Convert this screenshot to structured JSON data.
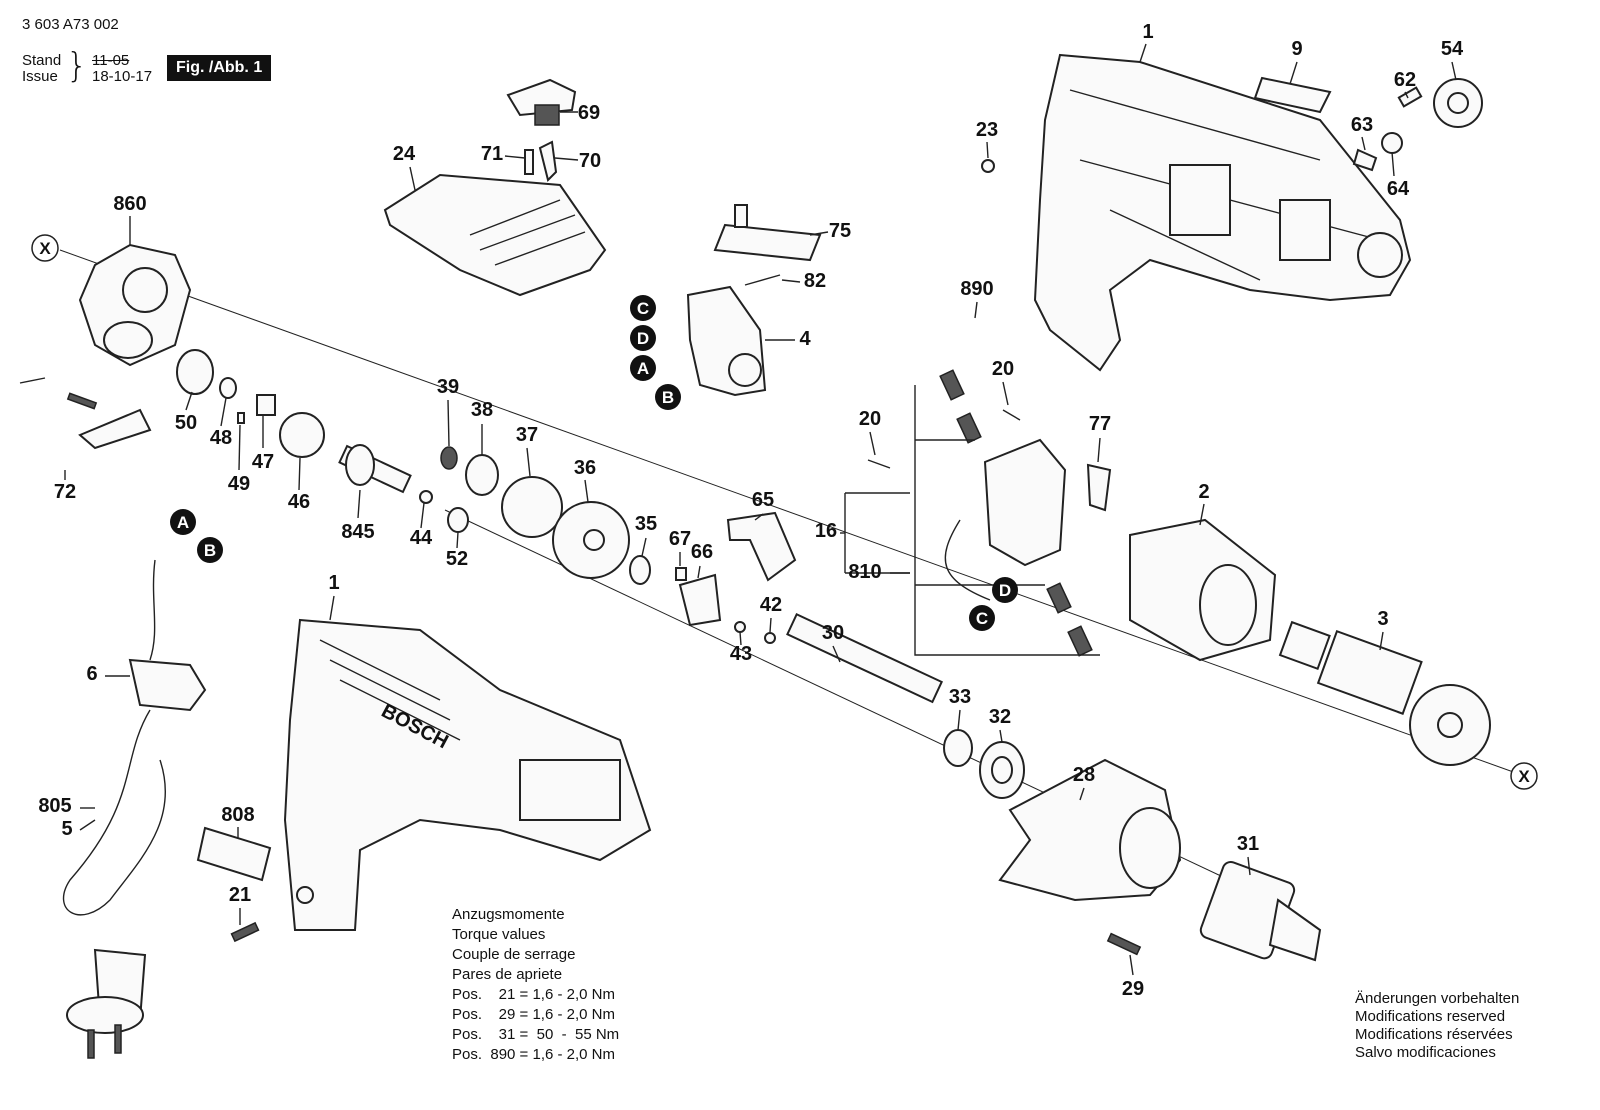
{
  "header": {
    "doc_number": "3 603 A73 002",
    "stand_label": "Stand",
    "issue_label": "Issue",
    "stand_date": "11-05",
    "issue_date": "18-10-17",
    "figure_badge": "Fig. /Abb. 1"
  },
  "parts": [
    {
      "id": "p1a",
      "label": "1"
    },
    {
      "id": "p9",
      "label": "9"
    },
    {
      "id": "p54",
      "label": "54"
    },
    {
      "id": "p62",
      "label": "62"
    },
    {
      "id": "p23",
      "label": "23"
    },
    {
      "id": "p63",
      "label": "63"
    },
    {
      "id": "p64",
      "label": "64"
    },
    {
      "id": "p69",
      "label": "69"
    },
    {
      "id": "p71",
      "label": "71"
    },
    {
      "id": "p70",
      "label": "70"
    },
    {
      "id": "p24",
      "label": "24"
    },
    {
      "id": "p75",
      "label": "75"
    },
    {
      "id": "p82",
      "label": "82"
    },
    {
      "id": "p4",
      "label": "4"
    },
    {
      "id": "p860",
      "label": "860"
    },
    {
      "id": "p890",
      "label": "890"
    },
    {
      "id": "p20a",
      "label": "20"
    },
    {
      "id": "p20b",
      "label": "20"
    },
    {
      "id": "p77",
      "label": "77"
    },
    {
      "id": "p39",
      "label": "39"
    },
    {
      "id": "p38",
      "label": "38"
    },
    {
      "id": "p37",
      "label": "37"
    },
    {
      "id": "p36",
      "label": "36"
    },
    {
      "id": "p50",
      "label": "50"
    },
    {
      "id": "p48",
      "label": "48"
    },
    {
      "id": "p47",
      "label": "47"
    },
    {
      "id": "p49",
      "label": "49"
    },
    {
      "id": "p46",
      "label": "46"
    },
    {
      "id": "p72",
      "label": "72"
    },
    {
      "id": "p845",
      "label": "845"
    },
    {
      "id": "p44",
      "label": "44"
    },
    {
      "id": "p52",
      "label": "52"
    },
    {
      "id": "p35",
      "label": "35"
    },
    {
      "id": "p65",
      "label": "65"
    },
    {
      "id": "p67",
      "label": "67"
    },
    {
      "id": "p66",
      "label": "66"
    },
    {
      "id": "p16",
      "label": "16"
    },
    {
      "id": "p810",
      "label": "810"
    },
    {
      "id": "p2",
      "label": "2"
    },
    {
      "id": "p42",
      "label": "42"
    },
    {
      "id": "p43",
      "label": "43"
    },
    {
      "id": "p30",
      "label": "30"
    },
    {
      "id": "p3",
      "label": "3"
    },
    {
      "id": "p1b",
      "label": "1"
    },
    {
      "id": "p6",
      "label": "6"
    },
    {
      "id": "p33",
      "label": "33"
    },
    {
      "id": "p32",
      "label": "32"
    },
    {
      "id": "p28",
      "label": "28"
    },
    {
      "id": "p805",
      "label": "805"
    },
    {
      "id": "p5",
      "label": "5"
    },
    {
      "id": "p808",
      "label": "808"
    },
    {
      "id": "p31",
      "label": "31"
    },
    {
      "id": "p21",
      "label": "21"
    },
    {
      "id": "p29",
      "label": "29"
    }
  ],
  "markers": {
    "A": "A",
    "B": "B",
    "C": "C",
    "D": "D",
    "X": "X"
  },
  "torque": {
    "lines": [
      "Anzugsmomente",
      "Torque values",
      "Couple de serrage",
      "Pares de apriete"
    ],
    "rows": [
      "Pos.    21 = 1,6 - 2,0 Nm",
      "Pos.    29 = 1,6 - 2,0 Nm",
      "Pos.    31 =  50  -  55 Nm",
      "Pos.  890 = 1,6 - 2,0 Nm"
    ]
  },
  "modifications": [
    "Änderungen vorbehalten",
    "Modifications reserved",
    "Modifications réservées",
    "Salvo modificaciones"
  ],
  "brand": "BOSCH"
}
